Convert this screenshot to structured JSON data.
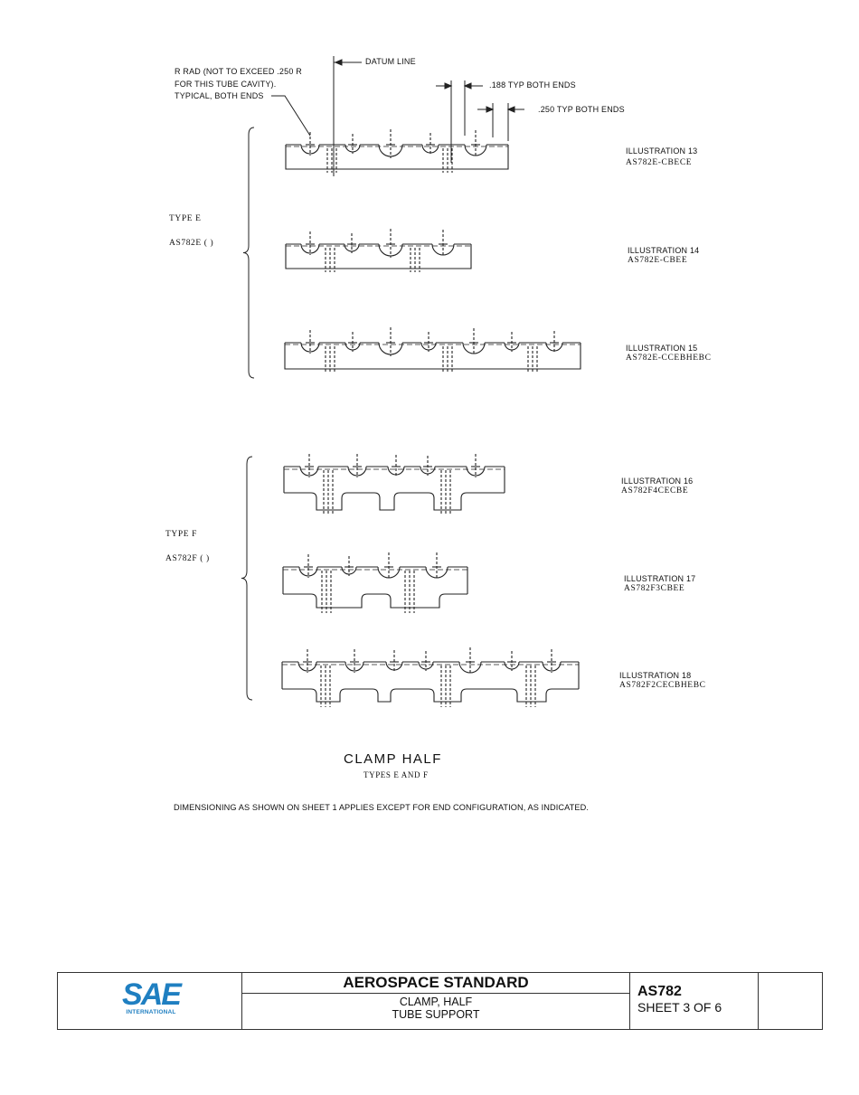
{
  "annotations": {
    "r_rad_line1": "R RAD (NOT TO EXCEED .250 R",
    "r_rad_line2": "FOR THIS TUBE CAVITY).",
    "r_rad_line3": "TYPICAL, BOTH ENDS",
    "datum_line": "DATUM LINE",
    "dim_188": ".188 TYP BOTH ENDS",
    "dim_250": ".250 TYP BOTH ENDS"
  },
  "type_e": {
    "name": "TYPE  E",
    "code": "AS782E  (  )"
  },
  "type_f": {
    "name": "TYPE  F",
    "code": "AS782F  (  )"
  },
  "illustrations": [
    {
      "label": "ILLUSTRATION 13",
      "code": "AS782E-CBECE"
    },
    {
      "label": "ILLUSTRATION 14",
      "code": "AS782E-CBEE"
    },
    {
      "label": "ILLUSTRATION 15",
      "code": "AS782E-CCEBHEBC"
    },
    {
      "label": "ILLUSTRATION 16",
      "code": "AS782F4CECBE"
    },
    {
      "label": "ILLUSTRATION 17",
      "code": "AS782F3CBEE"
    },
    {
      "label": "ILLUSTRATION 18",
      "code": "AS782F2CECBHEBC"
    }
  ],
  "drawing_title": "CLAMP HALF",
  "drawing_subtitle": "TYPES  E  AND  F",
  "note": "DIMENSIONING AS SHOWN ON SHEET 1 APPLIES EXCEPT FOR END CONFIGURATION,  AS INDICATED.",
  "title_block": {
    "logo_text": "SAE",
    "logo_sub": "INTERNATIONAL",
    "standard": "AEROSPACE STANDARD",
    "desc_line1": "CLAMP, HALF",
    "desc_line2": "TUBE SUPPORT",
    "doc_number": "AS782",
    "sheet": "SHEET 3 OF 6",
    "logo_color": "#1f7fc1"
  }
}
